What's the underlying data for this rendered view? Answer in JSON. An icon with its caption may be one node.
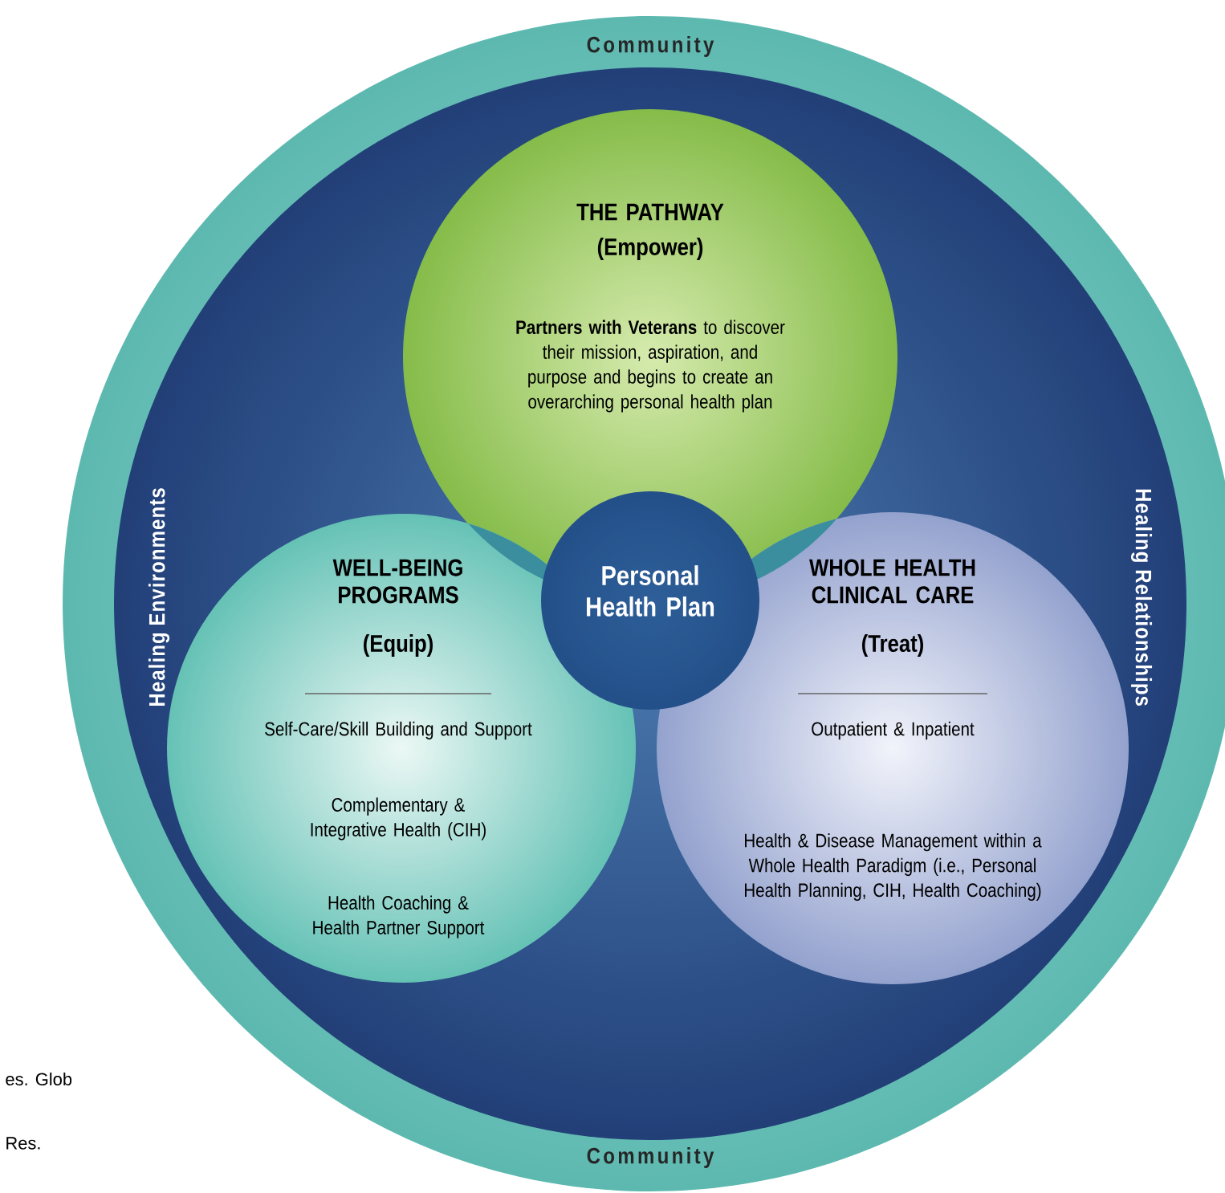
{
  "diagram": {
    "nodes": [
      {
        "text": [
          "Community",
          "Healing Environments",
          "Healing Relationships",
          "Community"
        ]
      },
      {
        "text": [
          "THE PATHWAY",
          "(Empower)",
          "**Partners with Veterans** to discover their mission, aspiration, and purpose and begins to create an overarching personal health plan"
        ],
        "in": 0
      },
      {
        "text": [
          "WELL-BEING PROGRAMS",
          "(Equip)",
          "Self-Care/Skill Building and Support",
          "Complementary & Integrative Health (CIH)",
          "Health Coaching & Health Partner Support"
        ],
        "in": 0
      },
      {
        "text": [
          "WHOLE HEALTH CLINICAL CARE",
          "(Treat)",
          "Outpatient & Inpatient",
          "Health & Disease Management within a Whole Health Paradigm (i.e., Personal Health Planning, CIH, Health Coaching)"
        ],
        "in": 0
      },
      {
        "text": [
          "Personal Health Plan"
        ],
        "in": 0
      }
    ],
    "labels": [
      "es. Glob",
      "Res."
    ]
  }
}
